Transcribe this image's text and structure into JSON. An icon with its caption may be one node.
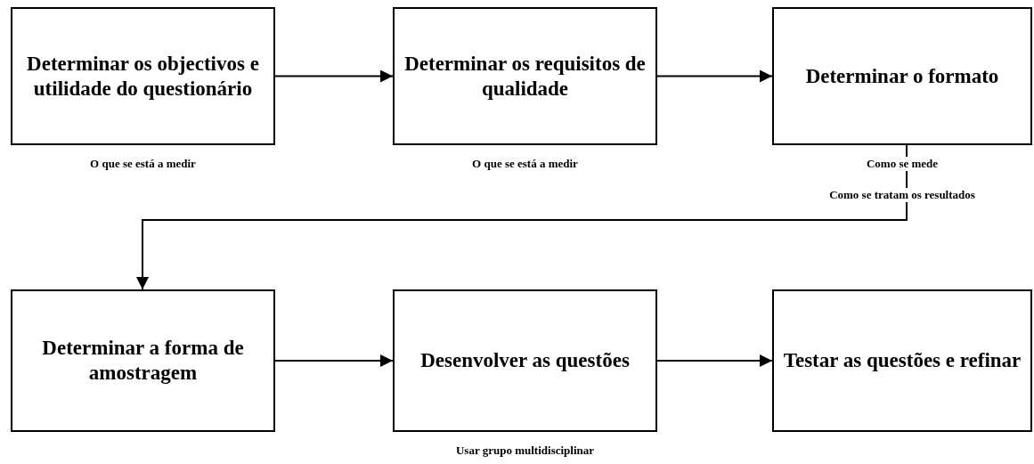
{
  "diagram": {
    "nodes": [
      {
        "text": [
          "Determinar os objectivos e utilidade do questionário"
        ],
        "beside": [
          "O que se está a medir"
        ]
      },
      {
        "text": [
          "Determinar os requisitos de qualidade"
        ],
        "beside": [
          "O que se está a medir"
        ]
      },
      {
        "text": [
          "Determinar o formato"
        ],
        "beside": [
          "Como se mede",
          "Como se tratam os resultados"
        ]
      },
      {
        "text": [
          "Determinar a forma de amostragem"
        ]
      },
      {
        "text": [
          "Desenvolver as questões"
        ],
        "beside": [
          "Usar grupo multidisciplinar"
        ]
      },
      {
        "text": [
          "Testar as questões e refinar"
        ]
      }
    ],
    "edges": [
      {
        "from": 0,
        "to": 1,
        "arrow": "to"
      },
      {
        "from": 1,
        "to": 2,
        "arrow": "to"
      },
      {
        "from": 2,
        "to": 3,
        "arrow": "to"
      },
      {
        "from": 3,
        "to": 4,
        "arrow": "to"
      },
      {
        "from": 4,
        "to": 5,
        "arrow": "to"
      }
    ]
  }
}
